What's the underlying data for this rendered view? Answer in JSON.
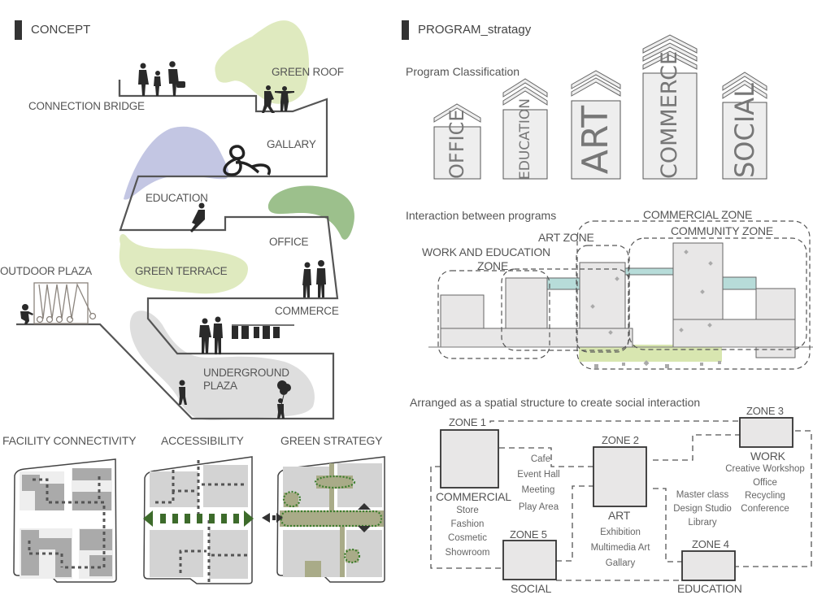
{
  "concept": {
    "heading": "CONCEPT",
    "levels": {
      "green_roof": "GREEN ROOF",
      "connection_bridge": "CONNECTION BRIDGE",
      "gallary": "GALLARY",
      "education": "EDUCATION",
      "office": "OFFICE",
      "green_terrace": "GREEN TERRACE",
      "outdoor_plaza": "OUTDOOR PLAZA",
      "commerce": "COMMERCE",
      "underground_plaza_1": "UNDERGROUND",
      "underground_plaza_2": "PLAZA"
    },
    "colors": {
      "green_light": "#dfeabf",
      "green_mid": "#9cc08c",
      "lavender": "#c3c6e3",
      "gray_blob": "#dedede",
      "outline": "#555555"
    },
    "strategies": [
      {
        "title": "FACILITY CONNECTIVITY"
      },
      {
        "title": "ACCESSIBILITY"
      },
      {
        "title": "GREEN STRATEGY"
      }
    ]
  },
  "program": {
    "heading": "PROGRAM_stratagy",
    "classification": {
      "title": "Program Classification",
      "items": [
        {
          "label": "OFFICE",
          "chevrons": 1
        },
        {
          "label": "EDUCATION",
          "chevrons": 2
        },
        {
          "label": "ART",
          "chevrons": 2
        },
        {
          "label": "COMMERCE",
          "chevrons": 3
        },
        {
          "label": "SOCIAL",
          "chevrons": 2
        }
      ]
    },
    "interaction": {
      "title": "Interaction between programs",
      "zones": {
        "commercial": "COMMERCIAL ZONE",
        "community": "COMMUNITY ZONE",
        "art": "ART ZONE",
        "work_edu_1": "WORK AND EDUCATION",
        "work_edu_2": "ZONE"
      },
      "colors": {
        "bridge": "#b7dcd9",
        "ground_green": "#d8e6b0",
        "block": "#e8e7e7"
      }
    },
    "arrangement": {
      "title": "Arranged as a spatial structure to create social interaction",
      "zones": [
        {
          "zone": "ZONE 1",
          "name": "COMMERCIAL",
          "items": [
            "Store",
            "Fashion",
            "Cosmetic",
            "Showroom"
          ]
        },
        {
          "zone": "ZONE 2",
          "name": "ART",
          "items": [
            "Exhibition",
            "Multimedia Art",
            "Gallary"
          ]
        },
        {
          "zone": "ZONE 3",
          "name": "WORK",
          "items": [
            "Creative Workshop",
            "Office",
            "Recycling",
            "Conference"
          ]
        },
        {
          "zone": "ZONE 4",
          "name": "EDUCATION",
          "items": []
        },
        {
          "zone": "ZONE 5",
          "name": "SOCIAL",
          "items": []
        }
      ],
      "shared_lists": {
        "social_art": [
          "Cafe",
          "Event Hall",
          "Meeting",
          "Play Area"
        ],
        "education_art": [
          "Master class",
          "Design Studio",
          "Library"
        ]
      }
    }
  }
}
